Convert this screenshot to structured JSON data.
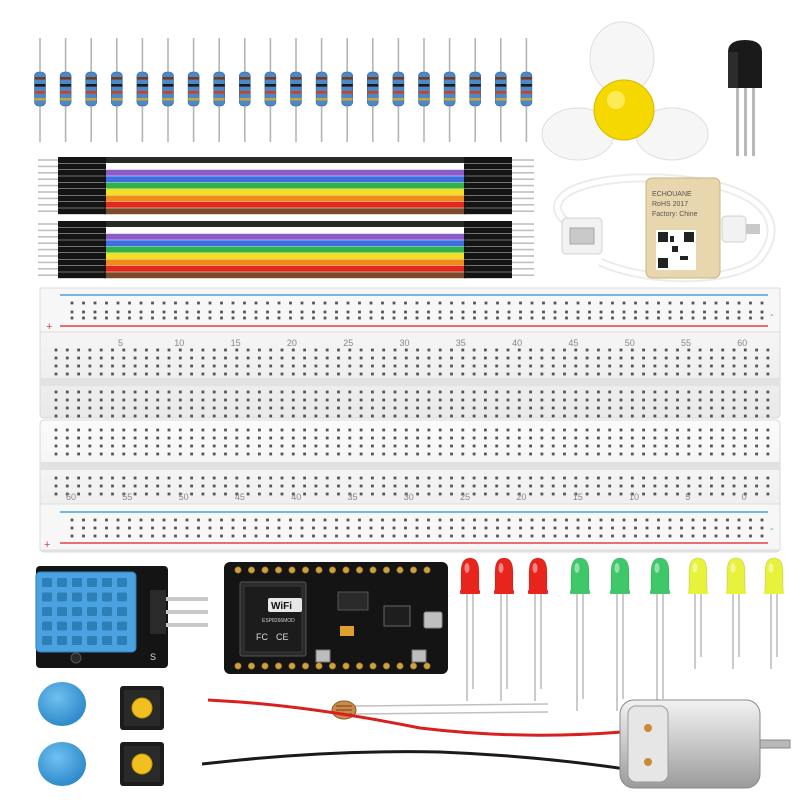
{
  "breadboard": {
    "top_numbers": [
      "5",
      "10",
      "15",
      "20",
      "25",
      "30",
      "35",
      "40",
      "45",
      "50",
      "55",
      "60"
    ],
    "bottom_numbers": [
      "60",
      "55",
      "50",
      "45",
      "40",
      "35",
      "30",
      "25",
      "20",
      "15",
      "10",
      "5",
      "0"
    ],
    "plus": "+",
    "minus": "-"
  },
  "esp_module": {
    "wifi_label": "WiFi",
    "chip_label": "ESP8266MOD",
    "fc_mark": "FC",
    "ce_mark": "CE"
  },
  "dht_sensor": {
    "pin_label": "S"
  },
  "usb_cable": {
    "tag_text": [
      "ECHOUANE",
      "RoHS 2017",
      "Factory: Chine"
    ]
  },
  "colors": {
    "led_red": "#e8251d",
    "led_green": "#3fc86a",
    "led_yellow": "#e9f23a",
    "dht_blue": "#4aa3e0",
    "board_black": "#141414",
    "fan_yellow": "#f5d800",
    "wire_red": "#d92020",
    "wire_black": "#1a1a1a"
  },
  "jumper_colors": [
    "#2a2a2a",
    "#ffffff",
    "#8a5cc8",
    "#3c6fe0",
    "#2fb04a",
    "#f0e020",
    "#f08a1a",
    "#e02a20",
    "#7a4a2a"
  ],
  "components": {
    "resistors": 20,
    "red_leds": 3,
    "green_leds": 3,
    "yellow_leds": 3,
    "button_caps": 2,
    "tactile_buttons": 2
  }
}
